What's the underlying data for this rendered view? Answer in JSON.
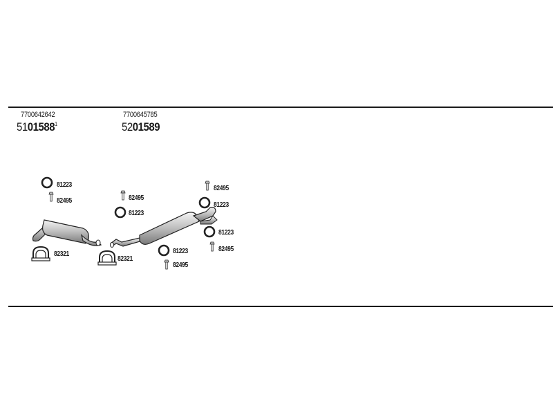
{
  "assembly_left": {
    "oem_number": "7700642642",
    "part_prefix": "51",
    "part_main": "01588",
    "part_suffix": "1"
  },
  "assembly_right": {
    "oem_number": "7700645785",
    "part_prefix": "52",
    "part_main": "01589"
  },
  "labels": {
    "ring_a": "81223",
    "bolt_a": "82495",
    "clamp_a": "82321",
    "clamp_b": "82321",
    "bolt_b": "82495",
    "ring_b": "81223",
    "bolt_c": "82495",
    "ring_c": "81223",
    "ring_d": "81223",
    "bolt_d": "82495",
    "ring_e": "81223",
    "bolt_e": "82495"
  },
  "icons": {
    "ring": "gasket-ring-icon",
    "bolt": "bolt-icon",
    "clamp": "u-clamp-icon"
  }
}
